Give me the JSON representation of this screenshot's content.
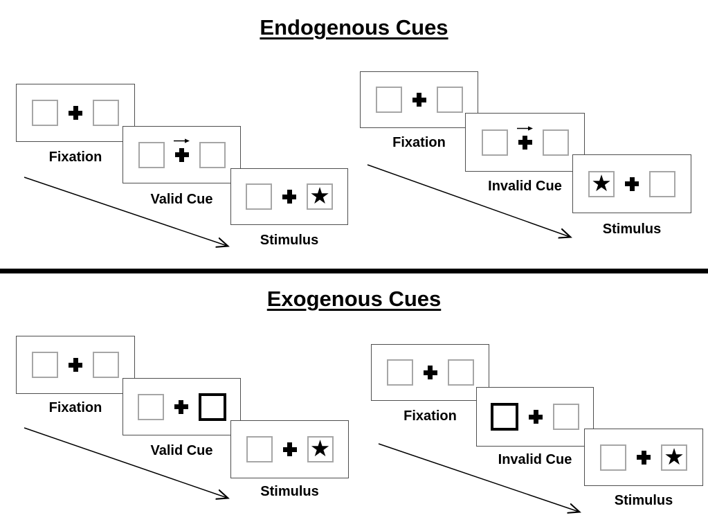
{
  "colors": {
    "background": "#ffffff",
    "panel_border": "#4d4d4d",
    "placeholder_box_border": "#a6a6a6",
    "cued_box_border": "#000000",
    "ink": "#000000",
    "divider": "#000000"
  },
  "glyphs": {
    "star": "★"
  },
  "sections": [
    {
      "title": "Endogenous Cues",
      "sequences": [
        {
          "name": "valid",
          "frames": [
            {
              "label": "Fixation",
              "type": "fixation"
            },
            {
              "label": "Valid Cue",
              "type": "arrow-cue",
              "cue_direction": "right"
            },
            {
              "label": "Stimulus",
              "type": "stimulus",
              "star_side": "right"
            }
          ]
        },
        {
          "name": "invalid",
          "frames": [
            {
              "label": "Fixation",
              "type": "fixation"
            },
            {
              "label": "Invalid Cue",
              "type": "arrow-cue",
              "cue_direction": "right"
            },
            {
              "label": "Stimulus",
              "type": "stimulus",
              "star_side": "left"
            }
          ]
        }
      ]
    },
    {
      "title": "Exogenous Cues",
      "sequences": [
        {
          "name": "valid",
          "frames": [
            {
              "label": "Fixation",
              "type": "fixation"
            },
            {
              "label": "Valid Cue",
              "type": "box-cue",
              "cued_side": "right"
            },
            {
              "label": "Stimulus",
              "type": "stimulus",
              "star_side": "right"
            }
          ]
        },
        {
          "name": "invalid",
          "frames": [
            {
              "label": "Fixation",
              "type": "fixation"
            },
            {
              "label": "Invalid Cue",
              "type": "box-cue",
              "cued_side": "left"
            },
            {
              "label": "Stimulus",
              "type": "stimulus",
              "star_side": "right"
            }
          ]
        }
      ]
    }
  ]
}
